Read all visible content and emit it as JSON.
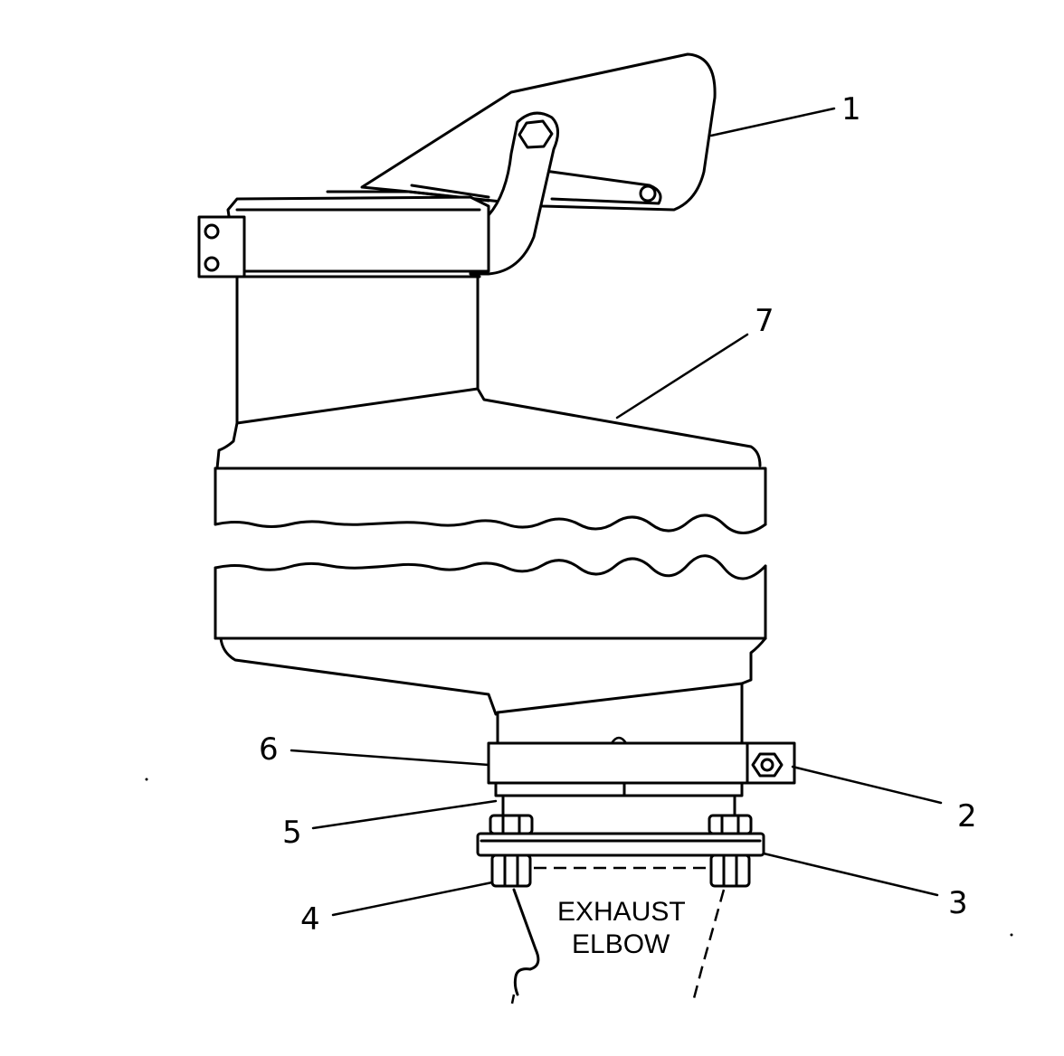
{
  "callouts": {
    "c1": "1",
    "c2": "2",
    "c3": "3",
    "c4": "4",
    "c5": "5",
    "c6": "6",
    "c7": "7"
  },
  "annotation": {
    "line1": "EXHAUST",
    "line2": "ELBOW"
  }
}
